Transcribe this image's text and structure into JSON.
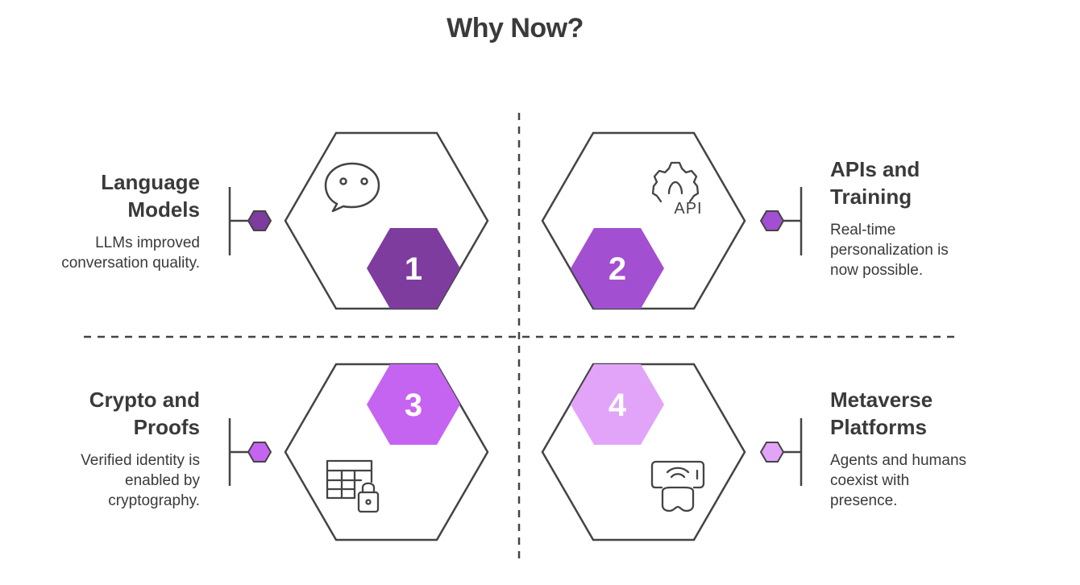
{
  "title": "Why Now?",
  "items": [
    {
      "number": "1",
      "heading_line1": "Language",
      "heading_line2": "Models",
      "description_lines": [
        "LLMs improved",
        "conversation quality."
      ],
      "icon": "chat-bubble-icon",
      "color": "#7e3c9e"
    },
    {
      "number": "2",
      "heading_line1": "APIs and",
      "heading_line2": "Training",
      "description_lines": [
        "Real-time",
        "personalization is",
        "now possible."
      ],
      "icon": "api-gear-icon",
      "color": "#a24fd1"
    },
    {
      "number": "3",
      "heading_line1": "Crypto and",
      "heading_line2": "Proofs",
      "description_lines": [
        "Verified identity is",
        "enabled by",
        "cryptography."
      ],
      "icon": "locked-table-icon",
      "color": "#c664f2"
    },
    {
      "number": "4",
      "heading_line1": "Metaverse",
      "heading_line2": "Platforms",
      "description_lines": [
        "Agents and humans",
        "coexist with",
        "presence."
      ],
      "icon": "vr-headset-icon",
      "color": "#e2a4f8"
    }
  ],
  "colors": {
    "outline": "#444444",
    "text": "#3a3a3a"
  }
}
